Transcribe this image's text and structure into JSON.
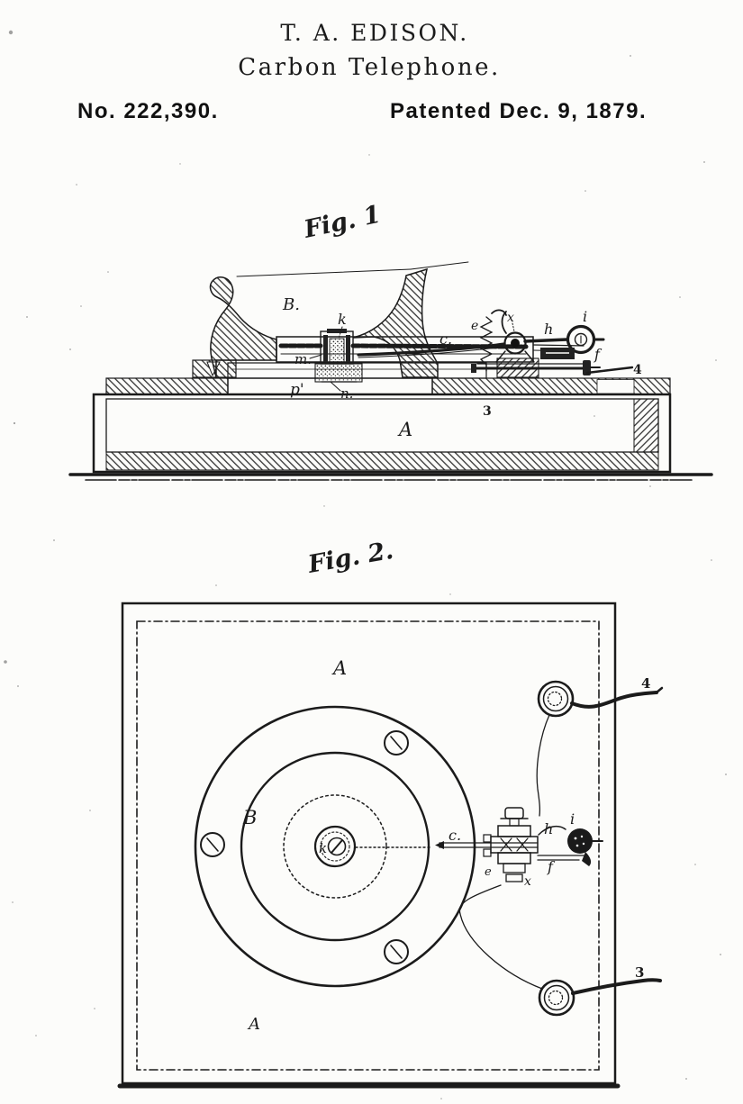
{
  "page": {
    "inventor": "T. A. EDISON.",
    "title": "Carbon Telephone.",
    "patent_number": "No. 222,390.",
    "patent_date": "Patented Dec. 9, 1879."
  },
  "fig1": {
    "caption": "Fig. 1",
    "labels": {
      "B": "B.",
      "k": "k",
      "m": "m.",
      "p": "p'",
      "n": "n.",
      "c": "c.",
      "e": "e",
      "x": "x",
      "h": "h",
      "i": "i",
      "f": "f",
      "terminal4": "4",
      "terminal3": "3",
      "A": "A"
    }
  },
  "fig2": {
    "caption": "Fig. 2.",
    "labels": {
      "A_top": "A",
      "B": "B",
      "k": "k",
      "c": "c.",
      "h": "h",
      "i": "i",
      "f": "f",
      "x": "x",
      "e": "e",
      "terminal4": "4",
      "terminal3": "3",
      "A_bottom": "A"
    }
  }
}
